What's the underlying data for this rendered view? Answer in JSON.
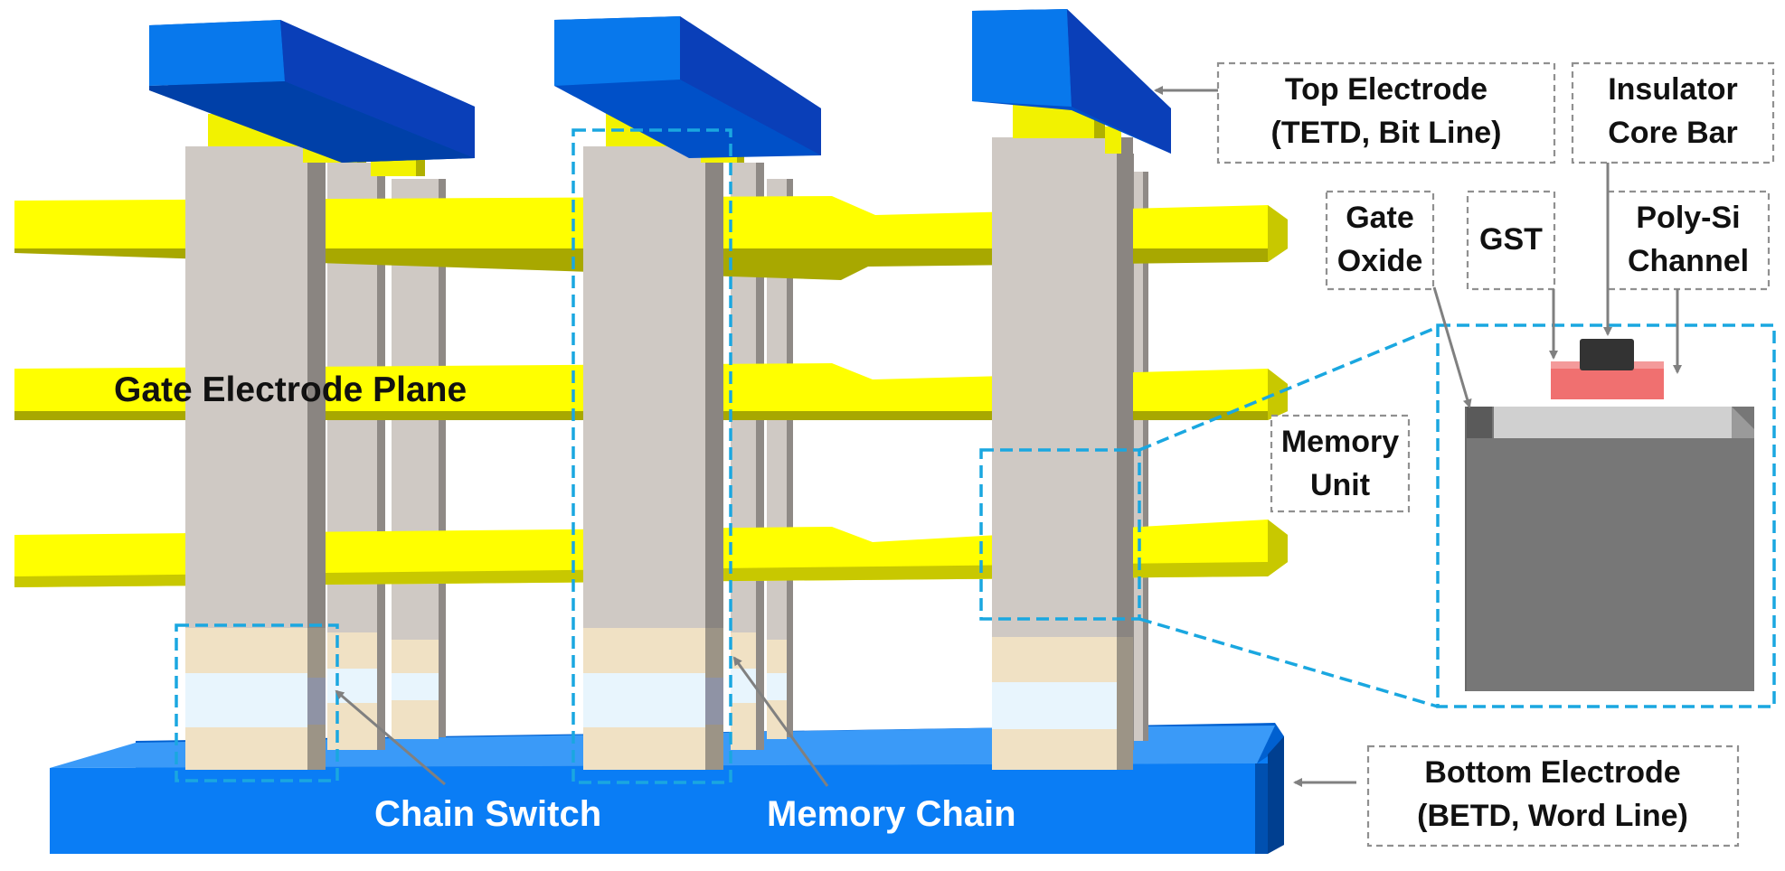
{
  "labels": {
    "gate_plane": "Gate Electrode Plane",
    "chain_switch": "Chain Switch",
    "memory_chain": "Memory Chain",
    "top_electrode_1": "Top Electrode",
    "top_electrode_2": "(TETD, Bit Line)",
    "insulator_1": "Insulator",
    "insulator_2": "Core Bar",
    "gate_oxide_1": "Gate",
    "gate_oxide_2": "Oxide",
    "gst": "GST",
    "polysi_1": "Poly-Si",
    "polysi_2": "Channel",
    "memory_unit_1": "Memory",
    "memory_unit_2": "Unit",
    "bottom_electrode_1": "Bottom Electrode",
    "bottom_electrode_2": "(BETD, Word Line)"
  },
  "colors": {
    "top_electrode": "#0070e0",
    "bottom_electrode": "#0a7df5",
    "gate_plane": "#ffff00",
    "pillar": "#cfc9c4",
    "switch_tan": "#f0e1c4",
    "switch_light": "#e8f5fd",
    "highlight_box": "#1aa7e0",
    "inset_block": "#767676",
    "gst": "#f07070",
    "insulator": "#333333"
  }
}
